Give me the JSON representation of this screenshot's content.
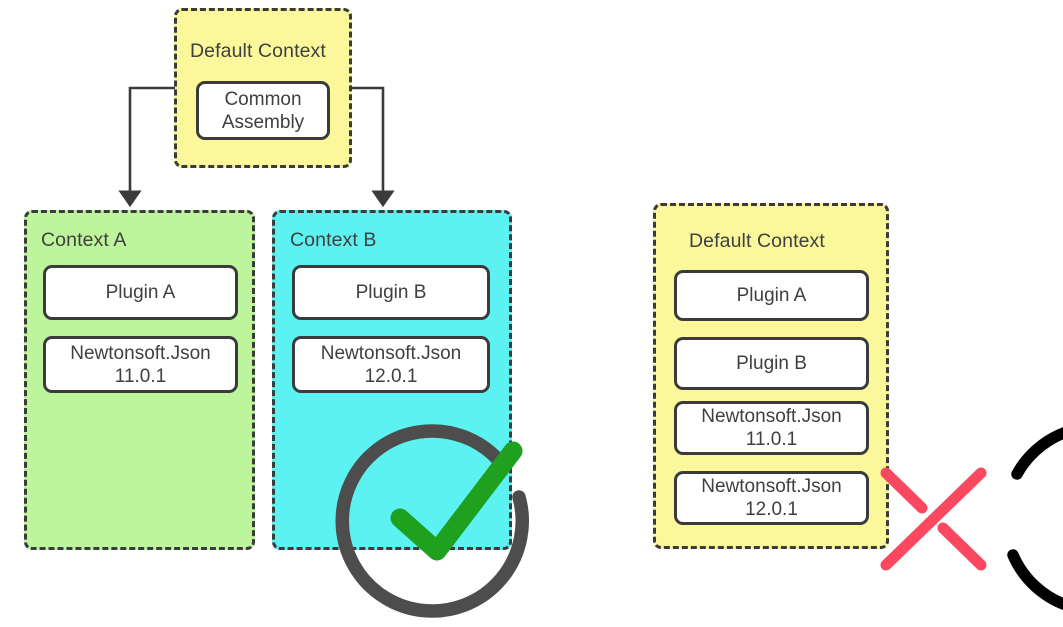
{
  "diagram": {
    "title_hidden": "",
    "colors": {
      "yellow": "#fbf89c",
      "green": "#bdf59c",
      "cyan": "#5cf2f2",
      "stroke": "#3b3b3b",
      "check_circle": "#4d4d4d",
      "check_mark": "#1fa01f",
      "cross_circle": "#000000",
      "cross_mark": "#f9485f",
      "box_fill": "#ffffff",
      "text": "#3f3f3f"
    },
    "left_scenario": {
      "default_context": {
        "label": "Default Context",
        "assembly": "Common\nAssembly",
        "assembly_line1": "Common",
        "assembly_line2": "Assembly"
      },
      "context_a": {
        "label": "Context A",
        "items": [
          {
            "line1": "Plugin A",
            "line2": ""
          },
          {
            "line1": "Newtonsoft.Json",
            "line2": "11.0.1"
          }
        ]
      },
      "context_b": {
        "label": "Context B",
        "items": [
          {
            "line1": "Plugin B",
            "line2": ""
          },
          {
            "line1": "Newtonsoft.Json",
            "line2": "12.0.1"
          }
        ]
      },
      "status_icon": "check-circle-icon",
      "status": "valid"
    },
    "right_scenario": {
      "default_context": {
        "label": "Default Context",
        "items": [
          {
            "line1": "Plugin A",
            "line2": ""
          },
          {
            "line1": "Plugin B",
            "line2": ""
          },
          {
            "line1": "Newtonsoft.Json",
            "line2": "11.0.1"
          },
          {
            "line1": "Newtonsoft.Json",
            "line2": "12.0.1"
          }
        ]
      },
      "status_icon": "cross-circle-icon",
      "status": "invalid"
    },
    "arrows": [
      {
        "name": "arrow-to-context-a",
        "from": "default-context",
        "to": "context-a"
      },
      {
        "name": "arrow-to-context-b",
        "from": "default-context",
        "to": "context-b"
      }
    ]
  }
}
